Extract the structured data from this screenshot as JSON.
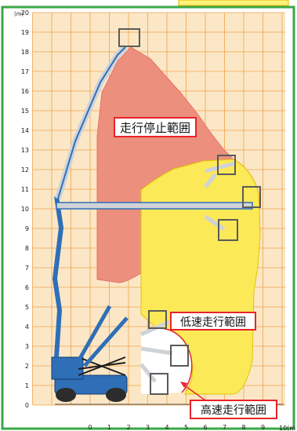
{
  "colors": {
    "frame_green": "#3aa845",
    "grid_bg": "#fbe7c6",
    "grid_line": "#f0a24a",
    "stop_zone": "#ec8f7d",
    "low_speed_zone": "#fbe958",
    "label_border": "#e8232a",
    "machine_blue": "#2f6fb8",
    "boom_silver": "#cfd3d8",
    "basket_gray": "#9a9a9a"
  },
  "axes": {
    "y_unit": "(m)",
    "x_unit": "10(m",
    "y_ticks": [
      "0",
      "1",
      "2",
      "3",
      "4",
      "5",
      "6",
      "7",
      "8",
      "9",
      "10",
      "11",
      "12",
      "13",
      "14",
      "15",
      "16",
      "17",
      "18",
      "19",
      "20"
    ],
    "x_ticks": [
      "0",
      "1",
      "2",
      "3",
      "4",
      "5",
      "6",
      "7",
      "8",
      "9"
    ]
  },
  "zones": {
    "stop": {
      "label": "走行停止範囲"
    },
    "low": {
      "label": "低速走行範囲"
    },
    "high": {
      "label": "高速走行範囲"
    }
  }
}
